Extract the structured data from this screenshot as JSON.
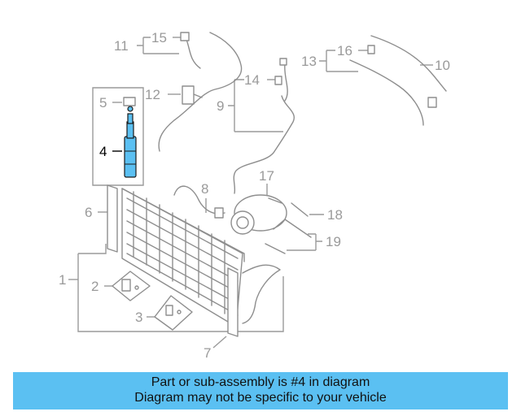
{
  "diagram": {
    "callouts": [
      "1",
      "2",
      "3",
      "4",
      "5",
      "6",
      "7",
      "8",
      "9",
      "10",
      "11",
      "12",
      "13",
      "14",
      "15",
      "16",
      "17",
      "18",
      "19"
    ],
    "highlighted_part": "4",
    "highlight_color": "#5bc0f2"
  },
  "banner": {
    "line1": "Part or sub-assembly is #4 in diagram",
    "line2": "Diagram may not be specific to your vehicle",
    "background": "#5bc0f2"
  }
}
